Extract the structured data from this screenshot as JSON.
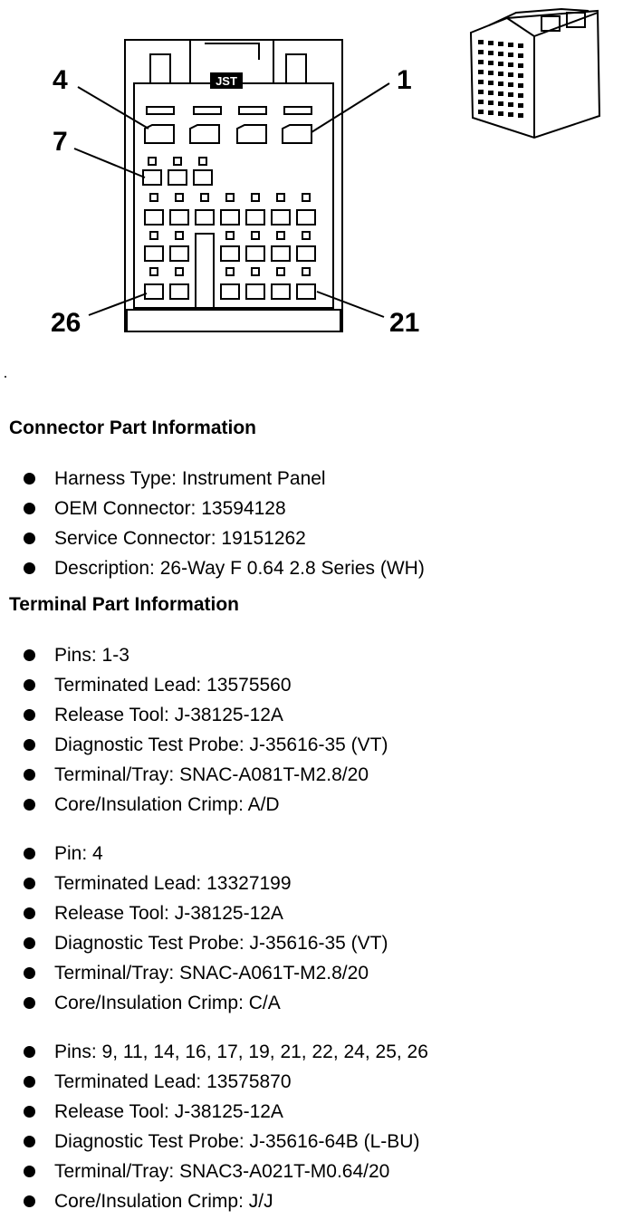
{
  "diagram": {
    "logo": "JST",
    "callouts": [
      "4",
      "1",
      "7",
      "26",
      "21"
    ]
  },
  "connector_info": {
    "heading": "Connector Part Information",
    "items": [
      "Harness Type: Instrument Panel",
      "OEM Connector: 13594128",
      "Service Connector: 19151262",
      "Description: 26-Way F 0.64 2.8 Series (WH)"
    ]
  },
  "terminal_info": {
    "heading": "Terminal Part Information",
    "groups": [
      {
        "items": [
          "Pins: 1-3",
          "Terminated Lead: 13575560",
          "Release Tool: J-38125-12A",
          "Diagnostic Test Probe: J-35616-35 (VT)",
          "Terminal/Tray: SNAC-A081T-M2.8/20",
          "Core/Insulation Crimp: A/D"
        ]
      },
      {
        "items": [
          "Pin: 4",
          "Terminated Lead: 13327199",
          "Release Tool: J-38125-12A",
          "Diagnostic Test Probe: J-35616-35 (VT)",
          "Terminal/Tray: SNAC-A061T-M2.8/20",
          "Core/Insulation Crimp: C/A"
        ]
      },
      {
        "items": [
          "Pins: 9, 11, 14, 16, 17, 19, 21, 22, 24, 25, 26",
          "Terminated Lead: 13575870",
          "Release Tool: J-38125-12A",
          "Diagnostic Test Probe: J-35616-64B (L-BU)",
          "Terminal/Tray: SNAC3-A021T-M0.64/20",
          "Core/Insulation Crimp: J/J"
        ]
      }
    ]
  }
}
